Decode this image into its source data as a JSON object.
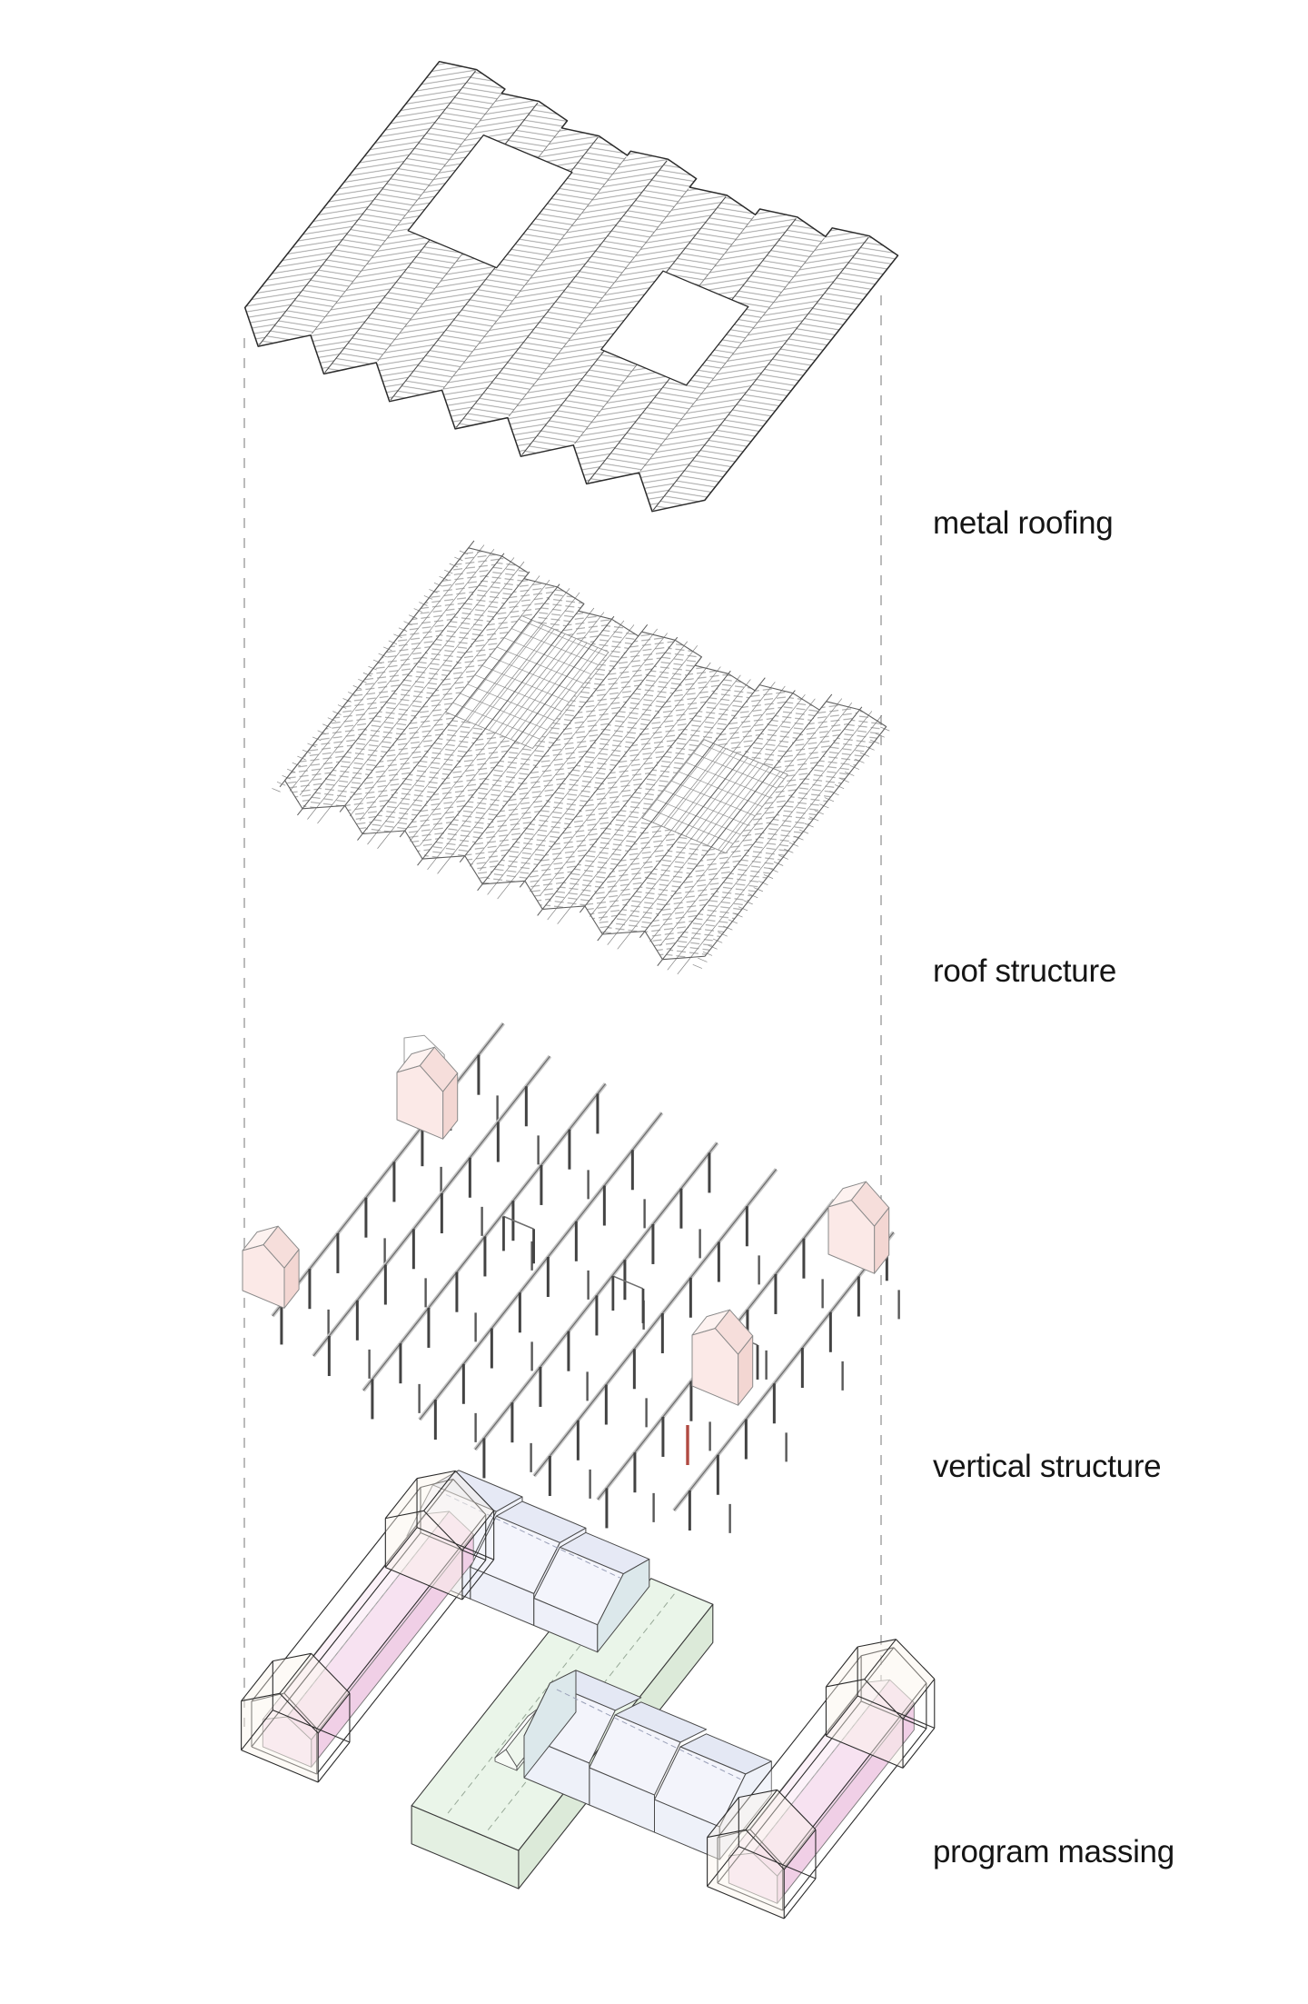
{
  "diagram": {
    "type": "exploded-axonometric",
    "title": "",
    "layers": [
      {
        "id": "metal-roofing",
        "label": "metal roofing"
      },
      {
        "id": "roof-structure",
        "label": "roof structure"
      },
      {
        "id": "vertical-structure",
        "label": "vertical structure"
      },
      {
        "id": "program-massing",
        "label": "program massing"
      }
    ]
  },
  "colors": {
    "background": "#ffffff",
    "ink": "#2b2b2b",
    "edge_light": "#6b6b6b",
    "hatch": "#9b9b9b",
    "grid": "#8d8d8d",
    "rafter": "#7a7a7a",
    "ridge": "#4a4a4a",
    "beam_fill": "#c6c6c6",
    "beam_edge": "#6a6a6a",
    "column": "#434343",
    "red_accent": "#b04a42",
    "guide": "#9e9e9e",
    "label": "#151515",
    "pink_front": "#fbe9e7",
    "pink_nw": "#fdf2f0",
    "pink_se": "#f6dedb",
    "pink_wall": "#f3d6d2",
    "magenta_front": "#f8e4f2",
    "magenta_nw": "#fbeef7",
    "magenta_se": "#f4d8ec",
    "magenta_wall": "#f0cfe6",
    "green_top": "#eaf5e9",
    "green_sw": "#e4f0e2",
    "green_se": "#dcead9",
    "lavender_wall": "#eef0f9",
    "lavender_sw": "#f4f5fc",
    "lavender_ne": "#e6e9f5",
    "lavender_end": "#f0f2fa",
    "bluegray": "#dce8eb",
    "cream": "#faf2e6"
  }
}
